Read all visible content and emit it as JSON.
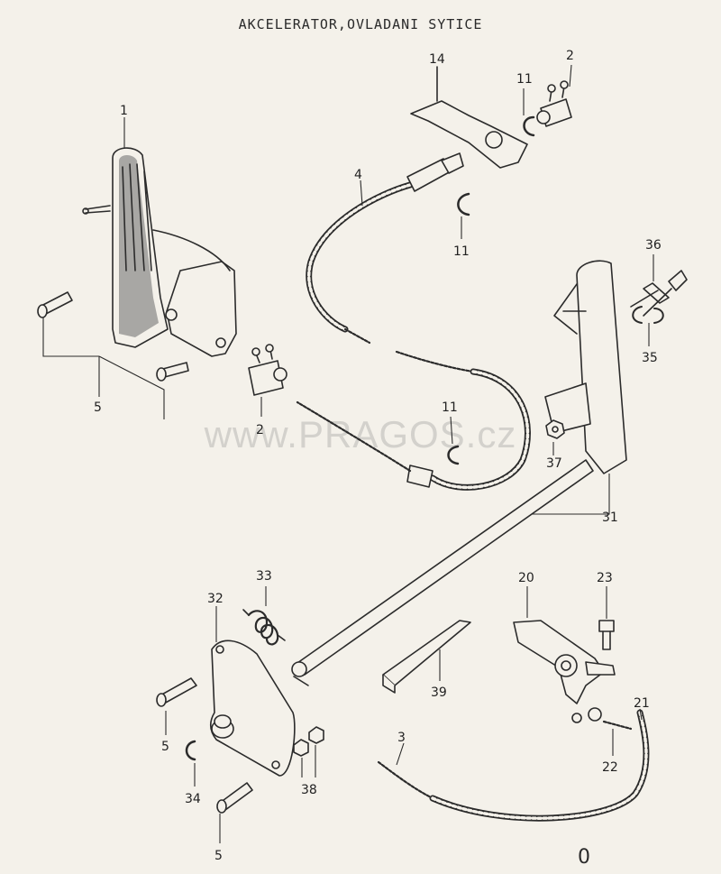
{
  "title": "AKCELERATOR,OVLADANI SYTICE",
  "watermark": "www.PRAGOS.cz",
  "corner_mark": "0",
  "labels": {
    "p1": "1",
    "p2_top": "2",
    "p2_mid": "2",
    "p3": "3",
    "p4": "4",
    "p5_left": "5",
    "p5_a": "5",
    "p5_b": "5",
    "p11_top": "11",
    "p11_mid": "11",
    "p11_low": "11",
    "p14": "14",
    "p20": "20",
    "p21": "21",
    "p22": "22",
    "p23": "23",
    "p31": "31",
    "p32": "32",
    "p33": "33",
    "p34": "34",
    "p35": "35",
    "p36": "36",
    "p37": "37",
    "p38": "38",
    "p39": "39"
  },
  "colors": {
    "paper": "#f4f1ea",
    "ink": "#2b2b2b"
  }
}
